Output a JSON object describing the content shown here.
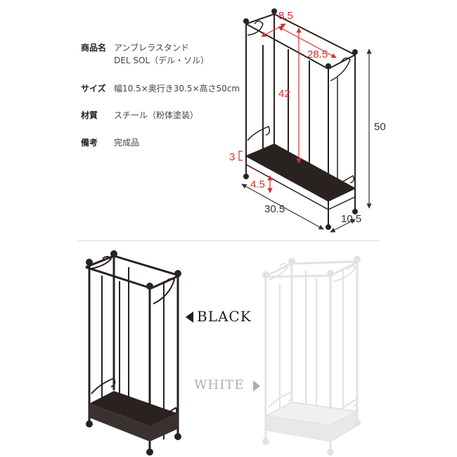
{
  "specs": [
    {
      "key": "商品名",
      "value_lines": [
        "アンブレラスタンド",
        "DEL SOL（デル・ソル）"
      ]
    },
    {
      "key": "サイズ",
      "value_lines": [
        "幅10.5×奥行き30.5×高さ50cm"
      ]
    },
    {
      "key": "材質",
      "value_lines": [
        "スチール（粉体塗装）"
      ]
    },
    {
      "key": "備考",
      "value_lines": [
        "完成品"
      ]
    }
  ],
  "dimensions": {
    "top_depth": "8.5",
    "top_width": "28.5",
    "inner_height": "42",
    "total_height": "50",
    "tray_height": "3",
    "leg_height": "4.5",
    "bottom_width": "30.5",
    "bottom_depth": "10.5"
  },
  "variants": {
    "black_label": "BLACK",
    "white_label": "WHITE"
  },
  "colors": {
    "dimension_red": "#d43030",
    "frame_black": "#2a2220",
    "frame_white": "#e2e2e2",
    "white_label": "#b0b0b0"
  }
}
